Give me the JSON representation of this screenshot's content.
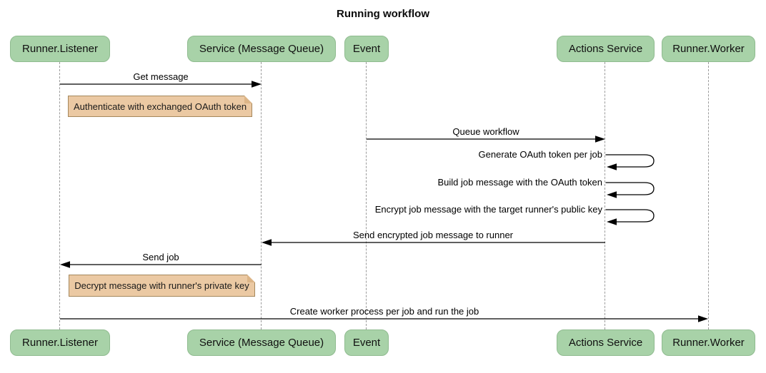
{
  "title": "Running workflow",
  "colors": {
    "participant_fill": "#a8d2a8",
    "participant_border": "#8fbb8f",
    "note_fill": "#ebc9a3",
    "note_border": "#a5885c",
    "lifeline": "#9b9b9b",
    "arrow": "#000000"
  },
  "participants": [
    {
      "label": "Runner.Listener"
    },
    {
      "label": "Service (Message Queue)"
    },
    {
      "label": "Event"
    },
    {
      "label": "Actions Service"
    },
    {
      "label": "Runner.Worker"
    }
  ],
  "messages": [
    {
      "from": "Runner.Listener",
      "to": "Service (Message Queue)",
      "label": "Get message"
    },
    {
      "from": "Event",
      "to": "Actions Service",
      "label": "Queue workflow"
    },
    {
      "from": "Actions Service",
      "to": "Actions Service",
      "label": "Generate OAuth token per job"
    },
    {
      "from": "Actions Service",
      "to": "Actions Service",
      "label": "Build job message with the OAuth token"
    },
    {
      "from": "Actions Service",
      "to": "Actions Service",
      "label": "Encrypt job message with the target runner's public key"
    },
    {
      "from": "Actions Service",
      "to": "Service (Message Queue)",
      "label": "Send encrypted job message to runner"
    },
    {
      "from": "Service (Message Queue)",
      "to": "Runner.Listener",
      "label": "Send job"
    },
    {
      "from": "Runner.Listener",
      "to": "Runner.Worker",
      "label": "Create worker process per job and run the job"
    }
  ],
  "notes": [
    {
      "over": "Runner.Listener",
      "text": "Authenticate with exchanged OAuth token"
    },
    {
      "over": "Runner.Listener",
      "text": "Decrypt message with runner's private key"
    }
  ]
}
